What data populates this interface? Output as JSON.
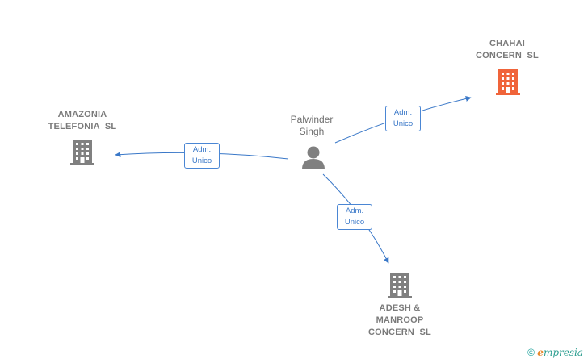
{
  "nodes": {
    "chahai": {
      "label_1": "CHAHAI",
      "label_2": "CONCERN  SL",
      "color": "#f0643a"
    },
    "amazonia": {
      "label_1": "AMAZONIA",
      "label_2": "TELEFONIA  SL",
      "color": "#808080"
    },
    "adesh": {
      "label_1": "ADESH &",
      "label_2": "MANROOP",
      "label_3": "CONCERN  SL",
      "color": "#808080"
    },
    "person": {
      "label_1": "Palwinder",
      "label_2": "Singh"
    }
  },
  "edges": [
    {
      "role_1": "Adm.",
      "role_2": "Unico"
    },
    {
      "role_1": "Adm.",
      "role_2": "Unico"
    },
    {
      "role_1": "Adm.",
      "role_2": "Unico"
    }
  ],
  "footer": {
    "copyright": "©",
    "brand_initial": "e",
    "brand_rest": "mpresia"
  },
  "colors": {
    "edge": "#3a78c8",
    "icon_gray": "#808080",
    "icon_orange": "#f0643a"
  }
}
